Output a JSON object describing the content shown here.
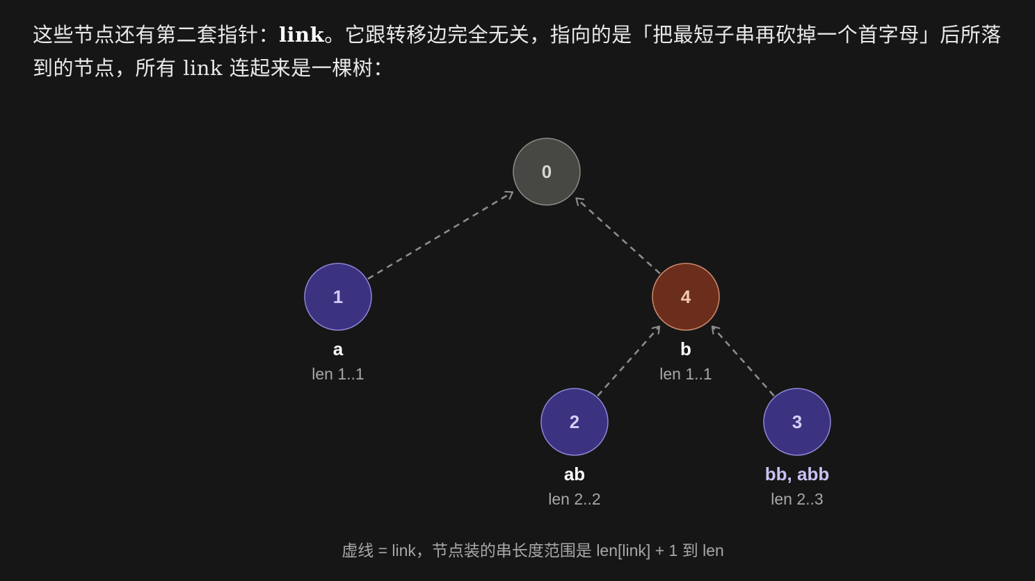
{
  "intro": {
    "part1": "这些节点还有第二套指针：",
    "keyword": "link",
    "part2": "。它跟转移边完全无关，指向的是「把最短子串再砍掉一个首字母」后所落到的节点，所有 link 连起来是一棵树："
  },
  "nodes": [
    {
      "id": "0",
      "label": "",
      "len": "",
      "kind": "root"
    },
    {
      "id": "1",
      "label": "a",
      "len": "len 1..1",
      "kind": "state"
    },
    {
      "id": "4",
      "label": "b",
      "len": "len 1..1",
      "kind": "split"
    },
    {
      "id": "2",
      "label": "ab",
      "len": "len 2..2",
      "kind": "state"
    },
    {
      "id": "3",
      "label": "bb, abb",
      "len": "len 2..3",
      "kind": "state-highlight"
    }
  ],
  "links": [
    {
      "from": "1",
      "to": "0"
    },
    {
      "from": "4",
      "to": "0"
    },
    {
      "from": "2",
      "to": "4"
    },
    {
      "from": "3",
      "to": "4"
    }
  ],
  "caption": "虚线 = link，节点装的串长度范围是 len[link] + 1 到 len",
  "colors": {
    "background": "#161616",
    "root_fill": "#474744",
    "root_stroke": "#8a8a86",
    "state_fill": "#3b3280",
    "state_stroke": "#8f86d8",
    "split_fill": "#6b2e1c",
    "split_stroke": "#d08a6e",
    "edge": "#8c8c8c",
    "highlight_text": "#c9c2f2"
  }
}
